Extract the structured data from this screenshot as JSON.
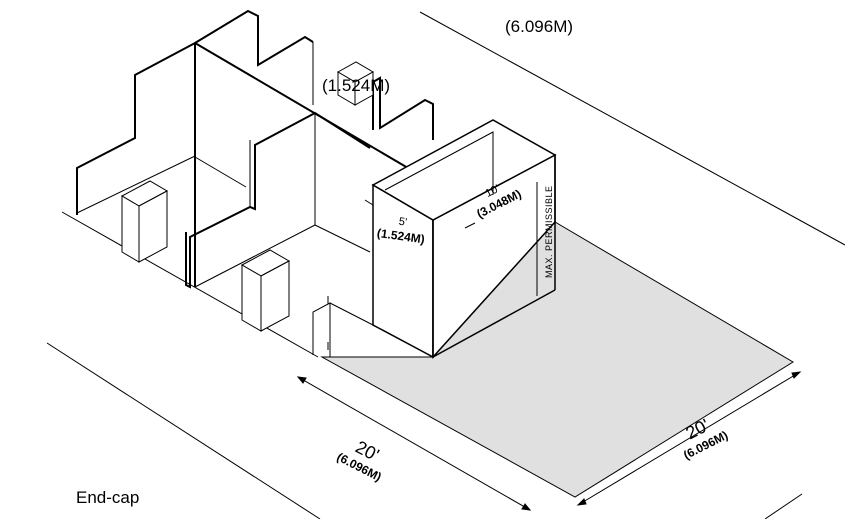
{
  "labels": {
    "top_dim": "(6.096M)",
    "mid_dim": "(1.524M)",
    "end_cap": "End-cap",
    "front_depth_ft": "20'",
    "front_depth_m": "(6.096M)",
    "right_width_ft": "20'",
    "right_width_m": "(6.096M)",
    "box_depth_ft": "5'",
    "box_depth_m": "(1.524M)",
    "box_width_ft": "10'",
    "box_width_m": "(3.048M)",
    "max_permissible": "MAX. PERMISSIBLE"
  },
  "colors": {
    "line": "#000000",
    "floor": "#e0e0e0",
    "background": "#ffffff"
  }
}
